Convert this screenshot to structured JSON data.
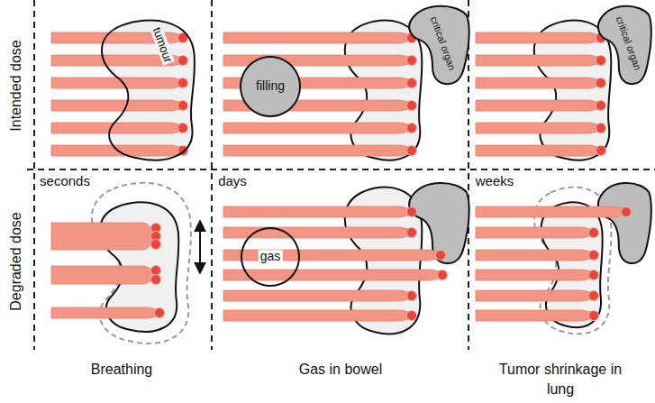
{
  "diagram": {
    "nodes": [
      {
        "text": [
          "tumour"
        ]
      },
      {
        "text": [
          "filling"
        ]
      },
      {
        "text": [
          "critical organ"
        ]
      },
      {
        "text": [
          "critical organ"
        ]
      },
      {
        "text": [
          "gas"
        ]
      }
    ],
    "labels": [
      "Intended dose",
      "seconds",
      "days",
      "weeks",
      "Degraded dose",
      "Breathing",
      "Gas in bowel",
      "Tumor shrinkage in lung"
    ]
  }
}
